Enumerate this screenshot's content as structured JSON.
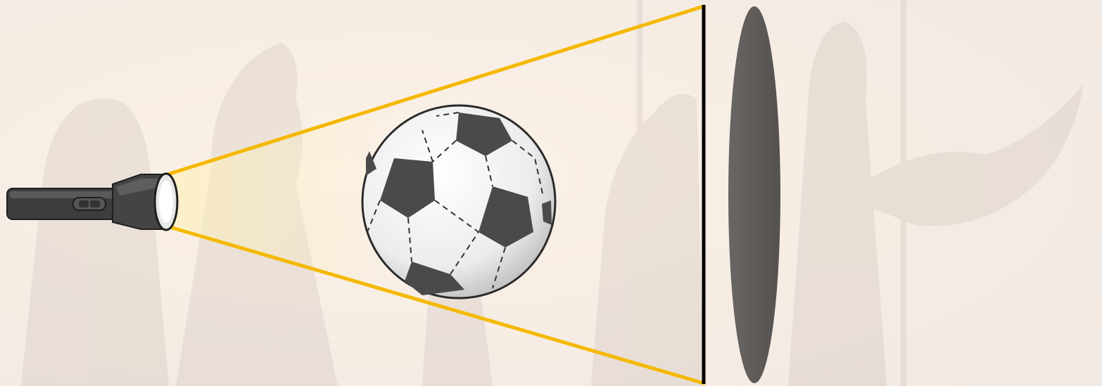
{
  "scene": {
    "background_color": "#f3ece6",
    "background_silhouette_color": "#8a7d78",
    "light_ray_color": "#f5b800",
    "screen_color": "#000000",
    "shadow_color": "#5e5a58",
    "objects": [
      {
        "name": "flashlight",
        "icon": "flashlight-icon"
      },
      {
        "name": "light-rays",
        "icon": "light-ray-lines"
      },
      {
        "name": "ball",
        "icon": "soccer-ball-icon"
      },
      {
        "name": "screen",
        "icon": "vertical-line"
      },
      {
        "name": "shadow",
        "icon": "ellipse-shadow"
      }
    ]
  }
}
